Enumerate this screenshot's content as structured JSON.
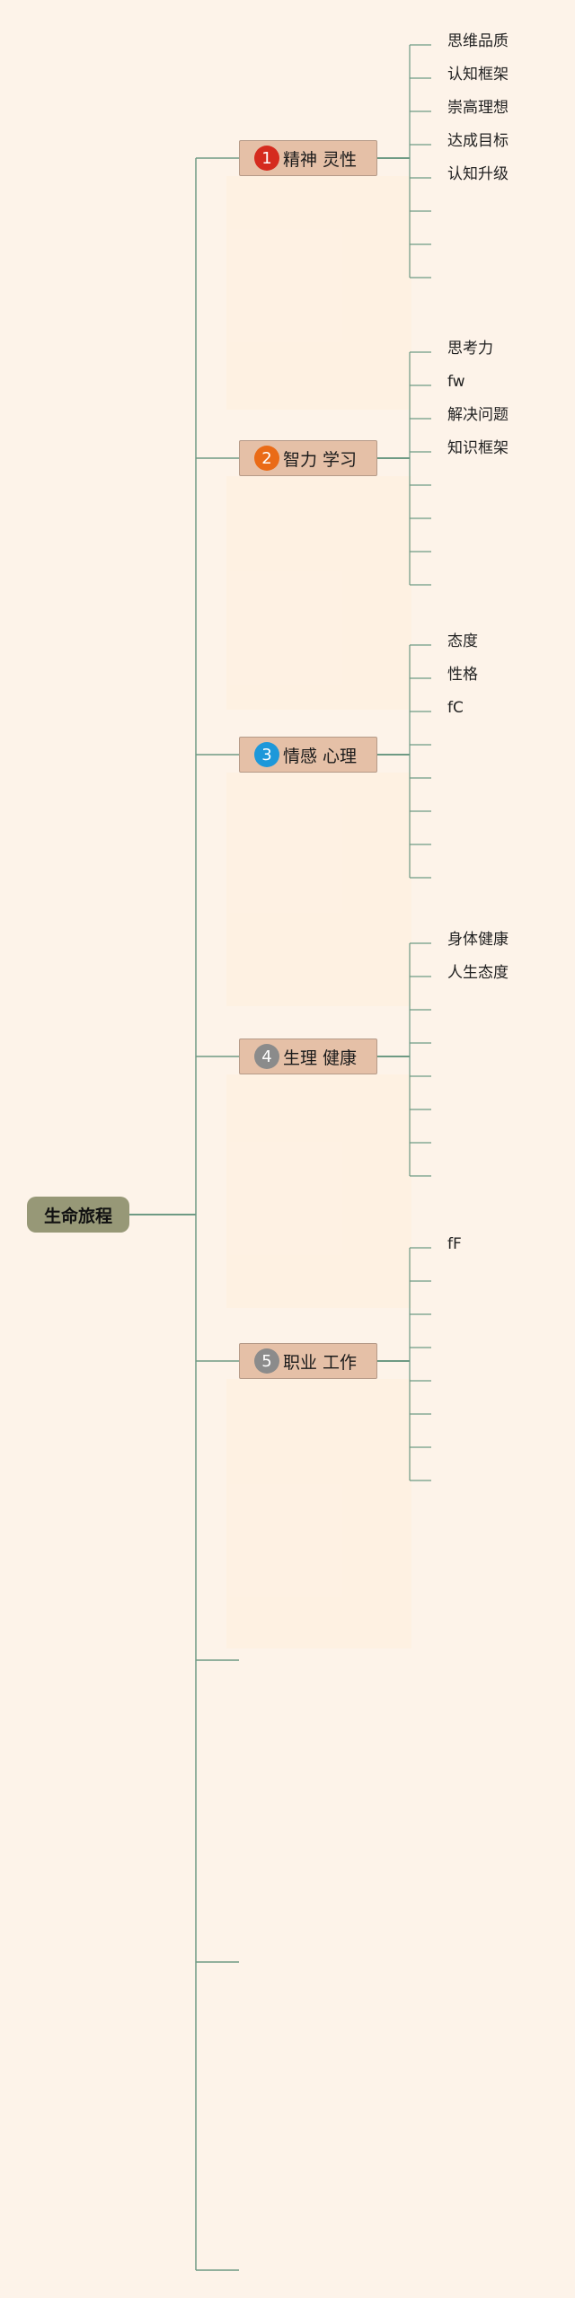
{
  "root": {
    "label": "生命旅程"
  },
  "topics": [
    {
      "number": "1",
      "label": "精神 灵性",
      "badge_color": "#d52b1e",
      "children": [
        "思维品质",
        "认知框架",
        "崇高理想",
        "达成目标",
        "认知升级",
        "",
        "",
        ""
      ]
    },
    {
      "number": "2",
      "label": "智力 学习",
      "badge_color": "#ea6b17",
      "children": [
        "思考力",
        "fw",
        "解决问题",
        "知识框架",
        "",
        "",
        "",
        ""
      ]
    },
    {
      "number": "3",
      "label": "情感 心理",
      "badge_color": "#1d98da",
      "children": [
        "态度",
        "性格",
        "fC",
        "",
        "",
        "",
        "",
        ""
      ]
    },
    {
      "number": "4",
      "label": "生理 健康",
      "badge_color": "#8b8b8b",
      "children": [
        "身体健康",
        "人生态度",
        "",
        "",
        "",
        "",
        "",
        ""
      ]
    },
    {
      "number": "5",
      "label": "职业 工作",
      "badge_color": "#8b8b8b",
      "children": [
        "fF",
        "",
        "",
        "",
        "",
        "",
        "",
        ""
      ]
    }
  ],
  "empty_branches": 3,
  "colors": {
    "line": "#6e9a84",
    "background": "#fdf3e9",
    "topic_fill": "#e5c0a7",
    "root_fill": "#979877"
  }
}
